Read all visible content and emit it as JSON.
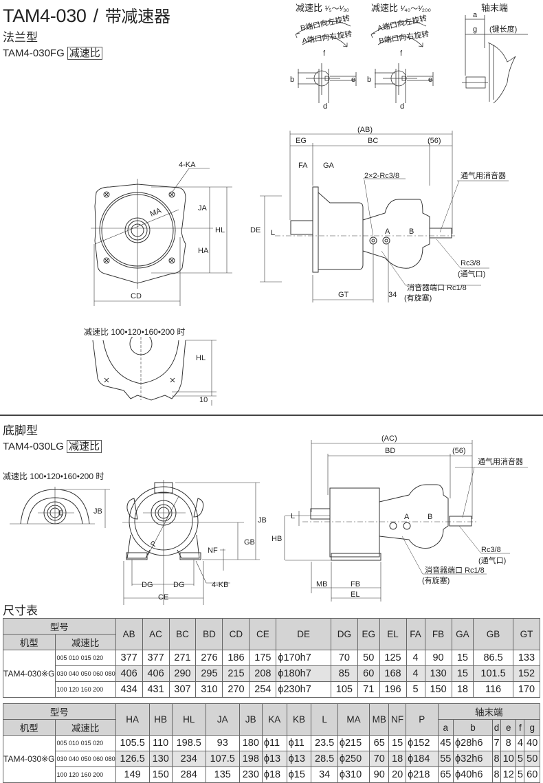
{
  "header": {
    "title_model": "TAM4-030",
    "title_slash": "/",
    "title_desc": "带减速器"
  },
  "flange_section": {
    "type_label": "法兰型",
    "model_code": "TAM4-030FG",
    "ratio_box": "减速比",
    "ratio_note": "减速比 100•120•160•200 时",
    "front_labels": {
      "ka": "4-KA",
      "ma": "MA",
      "ja": "JA",
      "ha": "HA",
      "hl": "HL",
      "cd": "CD"
    },
    "side_labels": {
      "ab": "(AB)",
      "eg": "EG",
      "bc": "BC",
      "c56": "(56)",
      "fa": "FA",
      "ga": "GA",
      "de": "DE",
      "l": "L",
      "gt": "GT",
      "c34": "34",
      "port": "2×2-Rc3/8",
      "muffler": "通气用消音器",
      "rc38": "Rc3/8",
      "vent": "(通气口)",
      "silencer_port": "消音器端口 Rc1/8",
      "plug": "(有旋塞)",
      "a": "A",
      "b": "B"
    },
    "bottom_labels": {
      "hl": "HL",
      "ten": "10"
    }
  },
  "rotation": {
    "left": {
      "title_prefix": "减速比",
      "range": "¹⁄₅～¹⁄₃₀",
      "line1": "B端口向左旋转",
      "line2": "A端口向右旋转"
    },
    "right": {
      "title_prefix": "减速比",
      "range": "¹⁄₄₀～¹⁄₂₀₀",
      "line1": "A端口向左旋转",
      "line2": "B端口向右旋转"
    },
    "labels": {
      "f": "f",
      "b": "b",
      "e": "e",
      "d": "d"
    }
  },
  "shaft_end": {
    "title": "轴末端",
    "a": "a",
    "g": "g",
    "key_length": "(键长度)"
  },
  "foot_section": {
    "type_label": "底脚型",
    "model_code": "TAM4-030LG",
    "ratio_box": "减速比",
    "ratio_note": "减速比 100•120•160•200 时",
    "labels": {
      "jb": "JB",
      "p": "P",
      "gb": "GB",
      "nf": "NF",
      "dg": "DG",
      "ce": "CE",
      "kb": "4-KB",
      "hb": "HB",
      "l": "L",
      "ac": "(AC)",
      "bd": "BD",
      "c56": "(56)",
      "mb": "MB",
      "fb": "FB",
      "el": "EL",
      "muffler": "通气用消音器",
      "rc38": "Rc3/8",
      "vent": "(通气口)",
      "silencer_port": "消音器端口 Rc1/8",
      "plug": "(有旋塞)",
      "a": "A",
      "b": "B"
    }
  },
  "dimension_table": {
    "section_title": "尺寸表",
    "type_header": "型号",
    "model_header": "机型",
    "ratio_header": "减速比",
    "model_value": "TAM4-030※G",
    "ratios": [
      "005 010 015 020",
      "030 040 050 060 080",
      "100 120 160 200"
    ],
    "table1": {
      "columns": [
        "AB",
        "AC",
        "BC",
        "BD",
        "CD",
        "CE",
        "DE",
        "DG",
        "EG",
        "EL",
        "FA",
        "FB",
        "GA",
        "GB",
        "GT"
      ],
      "rows": [
        [
          "377",
          "377",
          "271",
          "276",
          "186",
          "175",
          "ϕ170h7",
          "70",
          "50",
          "125",
          "4",
          "90",
          "15",
          "86.5",
          "133"
        ],
        [
          "406",
          "406",
          "290",
          "295",
          "215",
          "208",
          "ϕ180h7",
          "85",
          "60",
          "168",
          "4",
          "130",
          "15",
          "101.5",
          "152"
        ],
        [
          "434",
          "431",
          "307",
          "310",
          "270",
          "254",
          "ϕ230h7",
          "105",
          "71",
          "196",
          "5",
          "150",
          "18",
          "116",
          "170"
        ]
      ]
    },
    "table2": {
      "columns": [
        "HA",
        "HB",
        "HL",
        "JA",
        "JB",
        "KA",
        "KB",
        "L",
        "MA",
        "MB",
        "NF",
        "P"
      ],
      "shaft_group": "轴末端",
      "shaft_columns": [
        "a",
        "b",
        "d",
        "e",
        "f",
        "g"
      ],
      "rows": [
        [
          "105.5",
          "110",
          "198.5",
          "93",
          "180",
          "ϕ11",
          "ϕ11",
          "23.5",
          "ϕ215",
          "65",
          "15",
          "ϕ152",
          "45",
          "ϕ28h6",
          "7",
          "8",
          "4",
          "40"
        ],
        [
          "126.5",
          "130",
          "234",
          "107.5",
          "198",
          "ϕ13",
          "ϕ13",
          "28.5",
          "ϕ250",
          "70",
          "18",
          "ϕ184",
          "55",
          "ϕ32h6",
          "8",
          "10",
          "5",
          "50"
        ],
        [
          "149",
          "150",
          "284",
          "135",
          "230",
          "ϕ18",
          "ϕ15",
          "34",
          "ϕ310",
          "90",
          "20",
          "ϕ218",
          "65",
          "ϕ40h6",
          "8",
          "12",
          "5",
          "60"
        ]
      ]
    }
  }
}
